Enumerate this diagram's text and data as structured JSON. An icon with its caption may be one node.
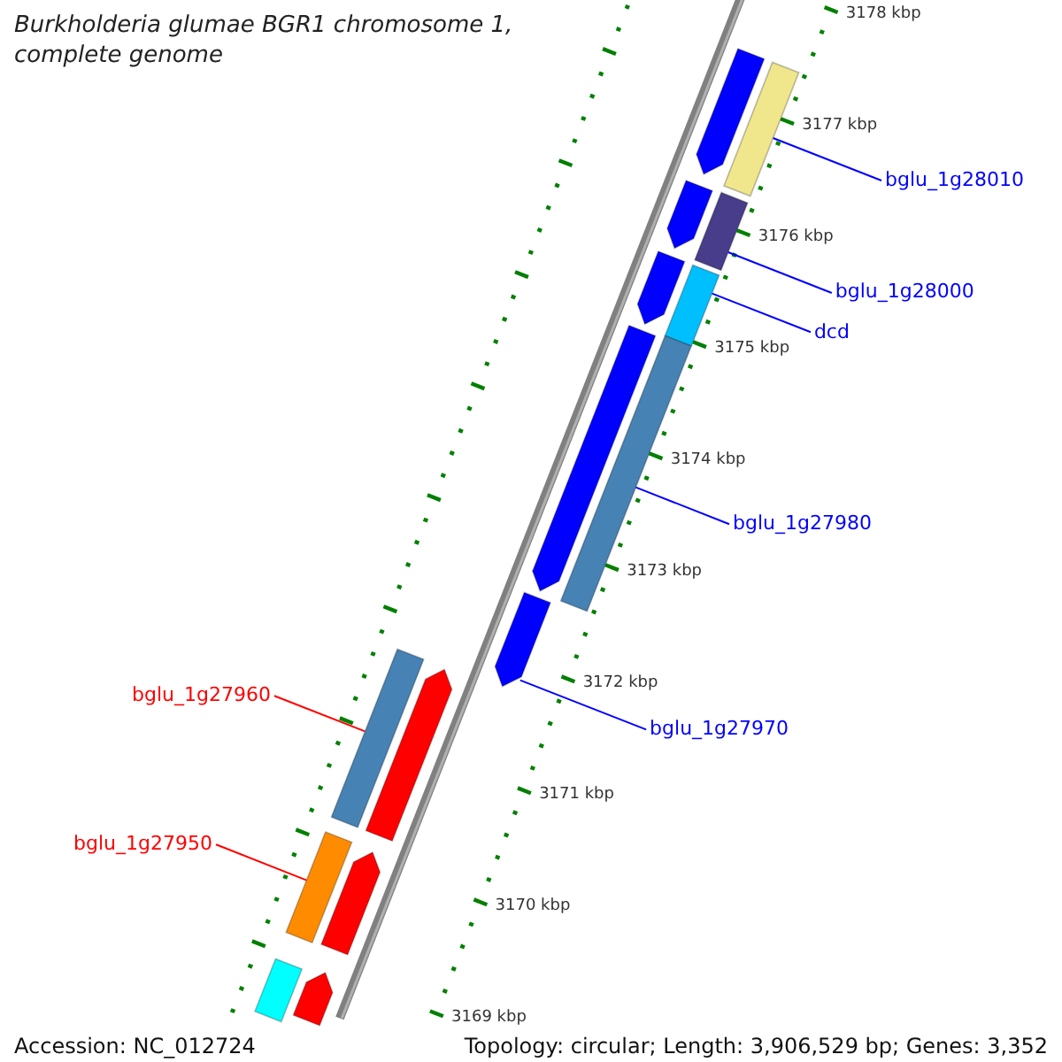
{
  "diagram": {
    "title": "Burkholderia glumae BGR1 chromosome 1, complete genome",
    "nodes": [
      {
        "text": [],
        "shape": "arrow"
      },
      {
        "text": [
          "bglu_1g28010"
        ]
      },
      {
        "text": [],
        "shape": "bar"
      },
      {
        "text": [],
        "shape": "arrow"
      },
      {
        "text": [
          "bglu_1g28000"
        ]
      },
      {
        "text": [],
        "shape": "bar"
      },
      {
        "text": [],
        "shape": "arrow"
      },
      {
        "text": [
          "dcd"
        ]
      },
      {
        "text": [],
        "shape": "bar"
      },
      {
        "text": [],
        "shape": "arrow"
      },
      {
        "text": [
          "bglu_1g27980"
        ]
      },
      {
        "text": [],
        "shape": "bar"
      },
      {
        "text": [
          "bglu_1g27970"
        ]
      },
      {
        "text": [],
        "shape": "arrow"
      },
      {
        "text": [
          "bglu_1g27960"
        ]
      },
      {
        "text": [],
        "shape": "bar"
      },
      {
        "text": [],
        "shape": "arrow"
      },
      {
        "text": [
          "bglu_1g27950"
        ]
      },
      {
        "text": [],
        "shape": "bar"
      },
      {
        "text": [],
        "shape": "arrow"
      },
      {
        "text": [],
        "shape": "bar"
      },
      {
        "text": [],
        "shape": "arrow"
      }
    ],
    "edges": [
      {
        "from": 1,
        "to": 2,
        "arrow": "none"
      },
      {
        "from": 4,
        "to": 5,
        "arrow": "none"
      },
      {
        "from": 7,
        "to": 8,
        "arrow": "none"
      },
      {
        "from": 10,
        "to": 11,
        "arrow": "none"
      },
      {
        "from": 12,
        "to": 13,
        "arrow": "none"
      },
      {
        "from": 14,
        "to": 15,
        "arrow": "none",
        "color": "#ff0000"
      },
      {
        "from": 17,
        "to": 18,
        "arrow": "none",
        "color": "#ff0000"
      }
    ],
    "labels": [
      "3178 kbp",
      "3177 kbp",
      "3176 kbp",
      "3175 kbp",
      "3174 kbp",
      "3173 kbp",
      "3172 kbp",
      "3171 kbp",
      "3170 kbp",
      "3169 kbp",
      "Accession: NC_012724",
      "Topology: circular; Length: 3,906,529 bp; Genes: 3,352"
    ]
  }
}
